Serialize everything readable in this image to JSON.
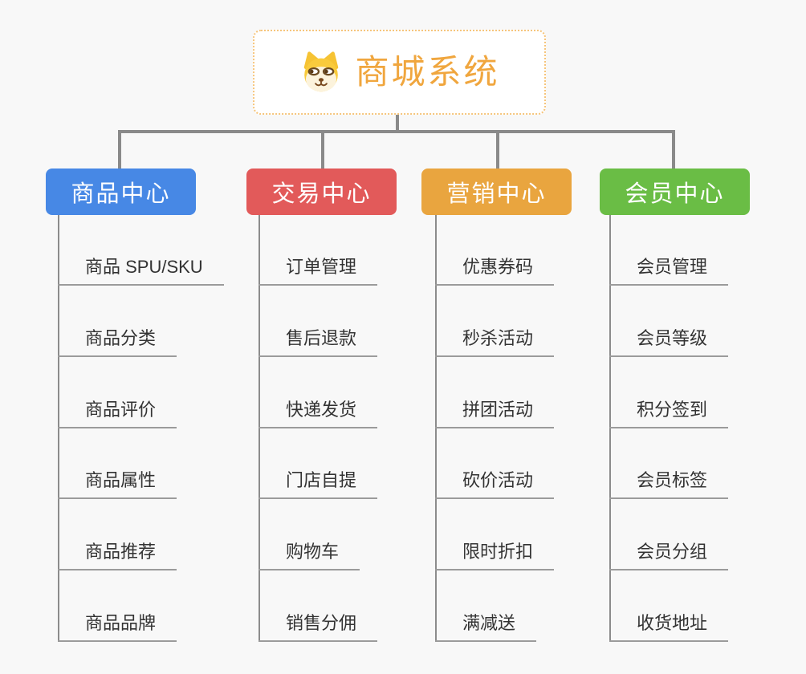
{
  "root": {
    "title": "商城系统",
    "icon": "dog-face-icon"
  },
  "branches": [
    {
      "label": "商品中心",
      "color": "#4788e5",
      "children": [
        "商品 SPU/SKU",
        "商品分类",
        "商品评价",
        "商品属性",
        "商品推荐",
        "商品品牌"
      ]
    },
    {
      "label": "交易中心",
      "color": "#e25a5a",
      "children": [
        "订单管理",
        "售后退款",
        "快递发货",
        "门店自提",
        "购物车",
        "销售分佣"
      ]
    },
    {
      "label": "营销中心",
      "color": "#e9a53f",
      "children": [
        "优惠券码",
        "秒杀活动",
        "拼团活动",
        "砍价活动",
        "限时折扣",
        "满减送"
      ]
    },
    {
      "label": "会员中心",
      "color": "#6abd45",
      "children": [
        "会员管理",
        "会员等级",
        "积分签到",
        "会员标签",
        "会员分组",
        "收货地址"
      ]
    }
  ],
  "colors": {
    "background": "#f8f8f8",
    "root_text": "#f0a63e",
    "root_border": "#f6c57c",
    "connector": "#8a8a8a",
    "child_line": "#8c8c8c",
    "child_underline": "#9b9b9b",
    "child_text": "#333333"
  }
}
